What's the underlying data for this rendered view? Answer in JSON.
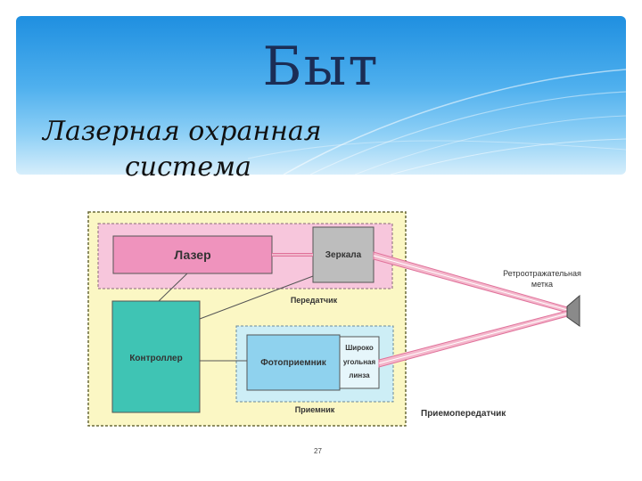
{
  "slide": {
    "title": "Быт",
    "subtitle_line1": "Лазерная охранная",
    "subtitle_line2": "система",
    "page_number": "27"
  },
  "diagram": {
    "laser": "Лазер",
    "mirrors": "Зеркала",
    "transmitter": "Передатчик",
    "controller": "Контроллер",
    "photodetector": "Фотоприемник",
    "wide_lens_1": "Широко",
    "wide_lens_2": "угольная",
    "wide_lens_3": "линза",
    "receiver": "Приемник",
    "transceiver": "Приемопередатчик",
    "retro_mark_1": "Ретроотражательная",
    "retro_mark_2": "метка",
    "colors": {
      "outer_box": "#fbf7c4",
      "transmitter_box": "#f7c6dc",
      "laser_box": "#ef93bd",
      "mirror_box": "#bdbdbd",
      "controller_box": "#3fc4b4",
      "receiver_box": "#cdeef6",
      "photodetector_box": "#8fd2ee",
      "beam": "#e0709a"
    }
  }
}
